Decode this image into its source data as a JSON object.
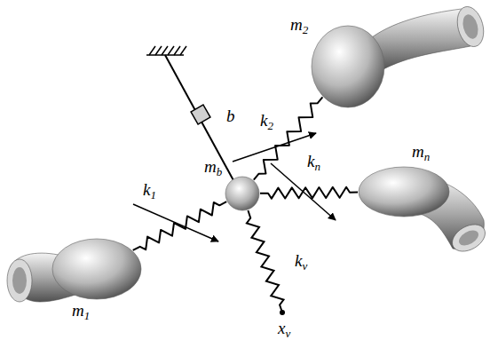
{
  "diagram": {
    "nodes": [
      {
        "text": [
          "m2"
        ]
      },
      {
        "text": [
          "mb"
        ]
      },
      {
        "text": [
          "mn"
        ]
      },
      {
        "text": [
          "m1"
        ]
      }
    ],
    "edges": [
      {
        "from": 3,
        "to": 1,
        "arrow": "none",
        "label": "k1"
      },
      {
        "from": 1,
        "to": 0,
        "arrow": "none",
        "label": "k2"
      },
      {
        "from": 1,
        "to": 2,
        "arrow": "none",
        "label": "kn"
      }
    ],
    "labels": [
      "b",
      "kv",
      "xv"
    ]
  }
}
